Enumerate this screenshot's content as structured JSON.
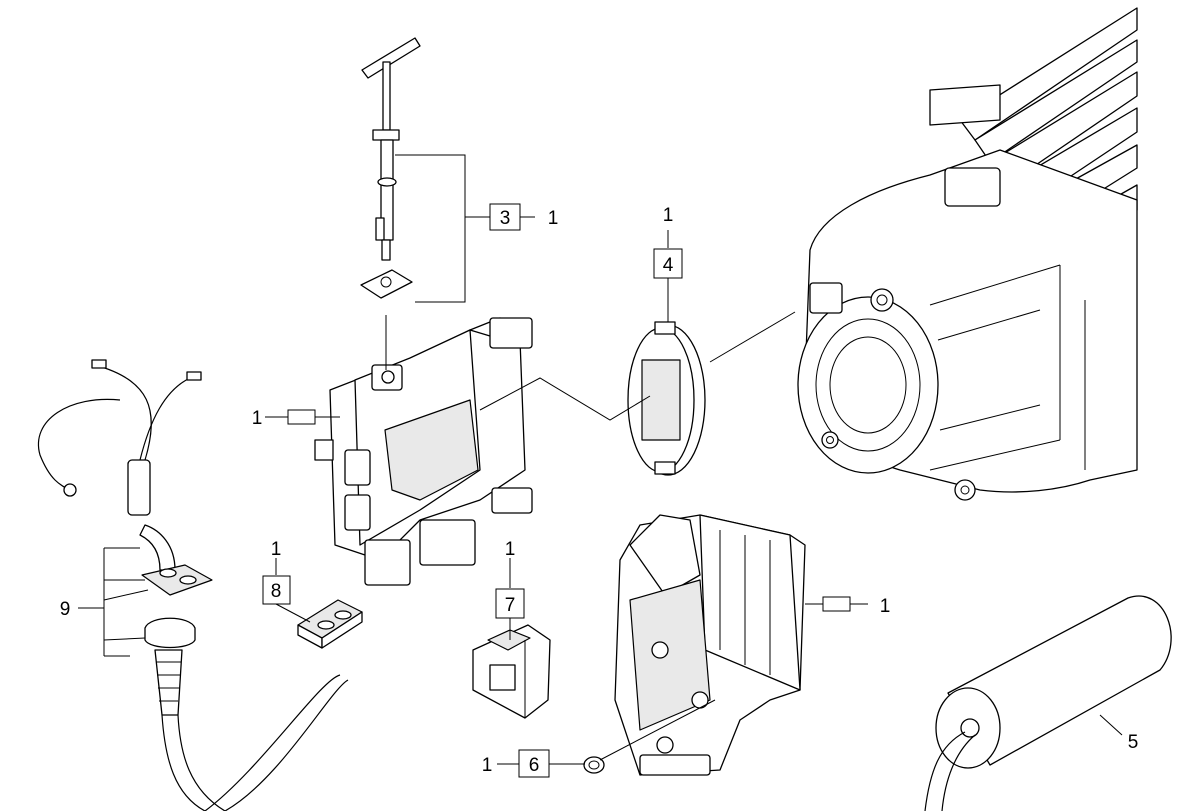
{
  "callouts": {
    "c3": {
      "number": "3",
      "qty": "1"
    },
    "c4": {
      "number": "4",
      "qty": "1"
    },
    "c5": {
      "number": "5"
    },
    "c6": {
      "number": "6",
      "qty": "1"
    },
    "c7": {
      "number": "7",
      "qty": "1"
    },
    "c8": {
      "number": "8",
      "qty": "1"
    },
    "c9": {
      "number": "9"
    },
    "frame_qty": "1",
    "box_qty": "1"
  },
  "colors": {
    "line": "#000000",
    "fill": "#ffffff",
    "shade": "#e9e9e9"
  }
}
